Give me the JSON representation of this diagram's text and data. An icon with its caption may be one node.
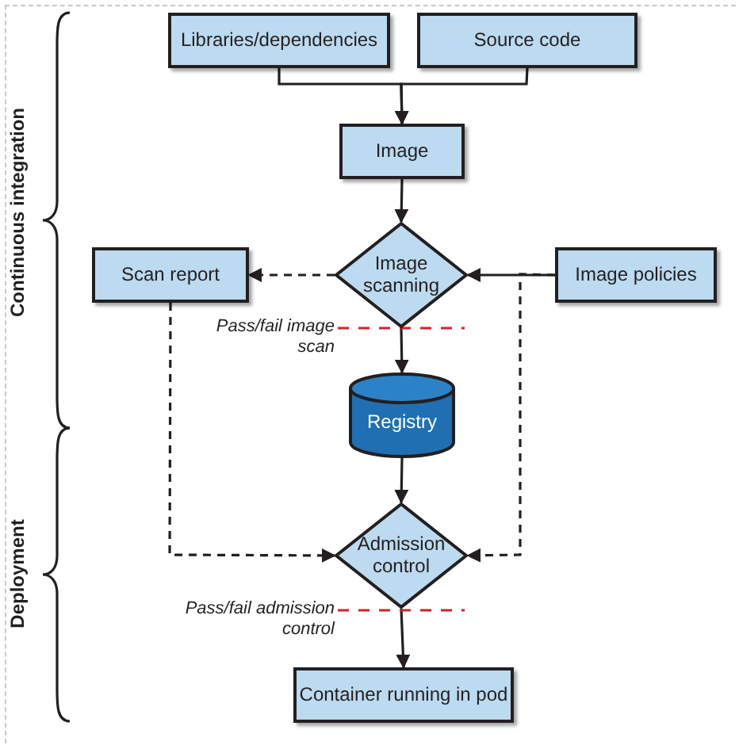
{
  "diagram": {
    "nodes": [
      {
        "text": [
          "Libraries/dependencies"
        ]
      },
      {
        "text": [
          "Source code"
        ]
      },
      {
        "text": [
          "Image"
        ]
      },
      {
        "text": [
          "Image scanning"
        ]
      },
      {
        "text": [
          "Scan report"
        ]
      },
      {
        "text": [
          "Image policies"
        ]
      },
      {
        "text": [
          "Registry"
        ]
      },
      {
        "text": [
          "Admission control"
        ]
      },
      {
        "text": [
          "Container running in pod"
        ]
      }
    ],
    "edges": [
      {
        "from": 0,
        "to": 2,
        "arrow": "to"
      },
      {
        "from": 1,
        "to": 2,
        "arrow": "to"
      },
      {
        "from": 2,
        "to": 3,
        "arrow": "to"
      },
      {
        "from": 3,
        "to": 4,
        "arrow": "to",
        "style": "dashed"
      },
      {
        "from": 5,
        "to": 3,
        "arrow": "to"
      },
      {
        "from": 3,
        "to": 6,
        "arrow": "to"
      },
      {
        "from": 4,
        "to": 7,
        "arrow": "to",
        "style": "dashed"
      },
      {
        "from": 5,
        "to": 7,
        "arrow": "to",
        "style": "dashed"
      },
      {
        "from": 6,
        "to": 7,
        "arrow": "to"
      },
      {
        "from": 7,
        "to": 8,
        "arrow": "to"
      }
    ],
    "labels": [
      "Continuous integration",
      "Deployment",
      "Pass/fail image scan",
      "Pass/fail admission control"
    ]
  }
}
